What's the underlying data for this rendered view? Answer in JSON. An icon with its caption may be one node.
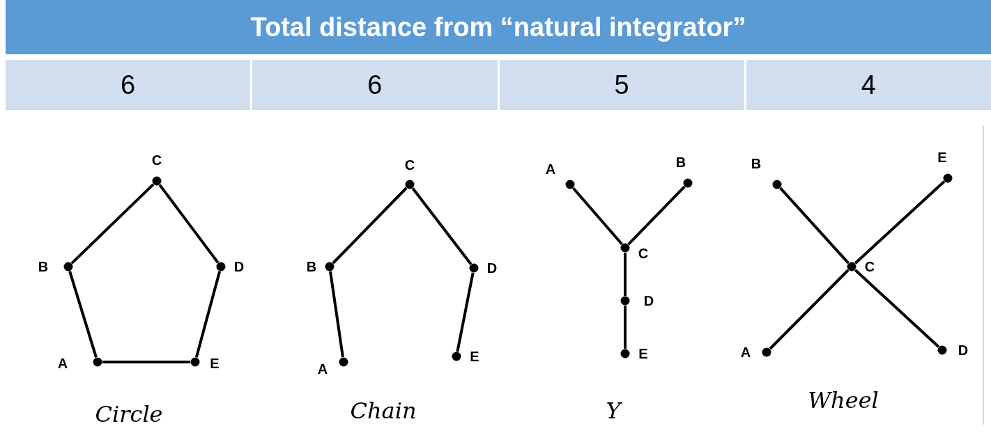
{
  "diagram": {
    "title": "Total distance from “natural integrator”",
    "nodes": [
      {
        "text": [],
        "shape": "circle",
        "beside": [
          "C"
        ]
      },
      {
        "text": [],
        "shape": "circle",
        "beside": [
          "B"
        ]
      },
      {
        "text": [],
        "shape": "circle",
        "beside": [
          "D"
        ]
      },
      {
        "text": [],
        "shape": "circle",
        "beside": [
          "A"
        ]
      },
      {
        "text": [],
        "shape": "circle",
        "beside": [
          "E"
        ]
      },
      {
        "text": [],
        "shape": "circle",
        "beside": [
          "C"
        ]
      },
      {
        "text": [],
        "shape": "circle",
        "beside": [
          "B"
        ]
      },
      {
        "text": [],
        "shape": "circle",
        "beside": [
          "D"
        ]
      },
      {
        "text": [],
        "shape": "circle",
        "beside": [
          "A"
        ]
      },
      {
        "text": [],
        "shape": "circle",
        "beside": [
          "E"
        ]
      },
      {
        "text": [],
        "shape": "circle",
        "beside": [
          "A"
        ]
      },
      {
        "text": [],
        "shape": "circle",
        "beside": [
          "B"
        ]
      },
      {
        "text": [],
        "shape": "circle",
        "beside": [
          "C"
        ]
      },
      {
        "text": [],
        "shape": "circle",
        "beside": [
          "D"
        ]
      },
      {
        "text": [],
        "shape": "circle",
        "beside": [
          "E"
        ]
      },
      {
        "text": [],
        "shape": "circle",
        "beside": [
          "B"
        ]
      },
      {
        "text": [],
        "shape": "circle",
        "beside": [
          "E"
        ]
      },
      {
        "text": [],
        "shape": "circle",
        "beside": [
          "C"
        ]
      },
      {
        "text": [],
        "shape": "circle",
        "beside": [
          "A"
        ]
      },
      {
        "text": [],
        "shape": "circle",
        "beside": [
          "D"
        ]
      }
    ],
    "edges": [
      {
        "from": 0,
        "to": 1,
        "arrow": "none"
      },
      {
        "from": 0,
        "to": 2,
        "arrow": "none"
      },
      {
        "from": 1,
        "to": 3,
        "arrow": "none"
      },
      {
        "from": 2,
        "to": 4,
        "arrow": "none"
      },
      {
        "from": 3,
        "to": 4,
        "arrow": "none"
      },
      {
        "from": 5,
        "to": 6,
        "arrow": "none"
      },
      {
        "from": 5,
        "to": 7,
        "arrow": "none"
      },
      {
        "from": 6,
        "to": 8,
        "arrow": "none"
      },
      {
        "from": 7,
        "to": 9,
        "arrow": "none"
      },
      {
        "from": 10,
        "to": 12,
        "arrow": "none"
      },
      {
        "from": 11,
        "to": 12,
        "arrow": "none"
      },
      {
        "from": 12,
        "to": 13,
        "arrow": "none"
      },
      {
        "from": 13,
        "to": 14,
        "arrow": "none"
      },
      {
        "from": 15,
        "to": 17,
        "arrow": "none"
      },
      {
        "from": 16,
        "to": 17,
        "arrow": "none"
      },
      {
        "from": 17,
        "to": 18,
        "arrow": "none"
      },
      {
        "from": 17,
        "to": 19,
        "arrow": "none"
      }
    ],
    "labels": [
      "6",
      "6",
      "5",
      "4",
      "Circle",
      "Chain",
      "Y",
      "Wheel"
    ]
  }
}
